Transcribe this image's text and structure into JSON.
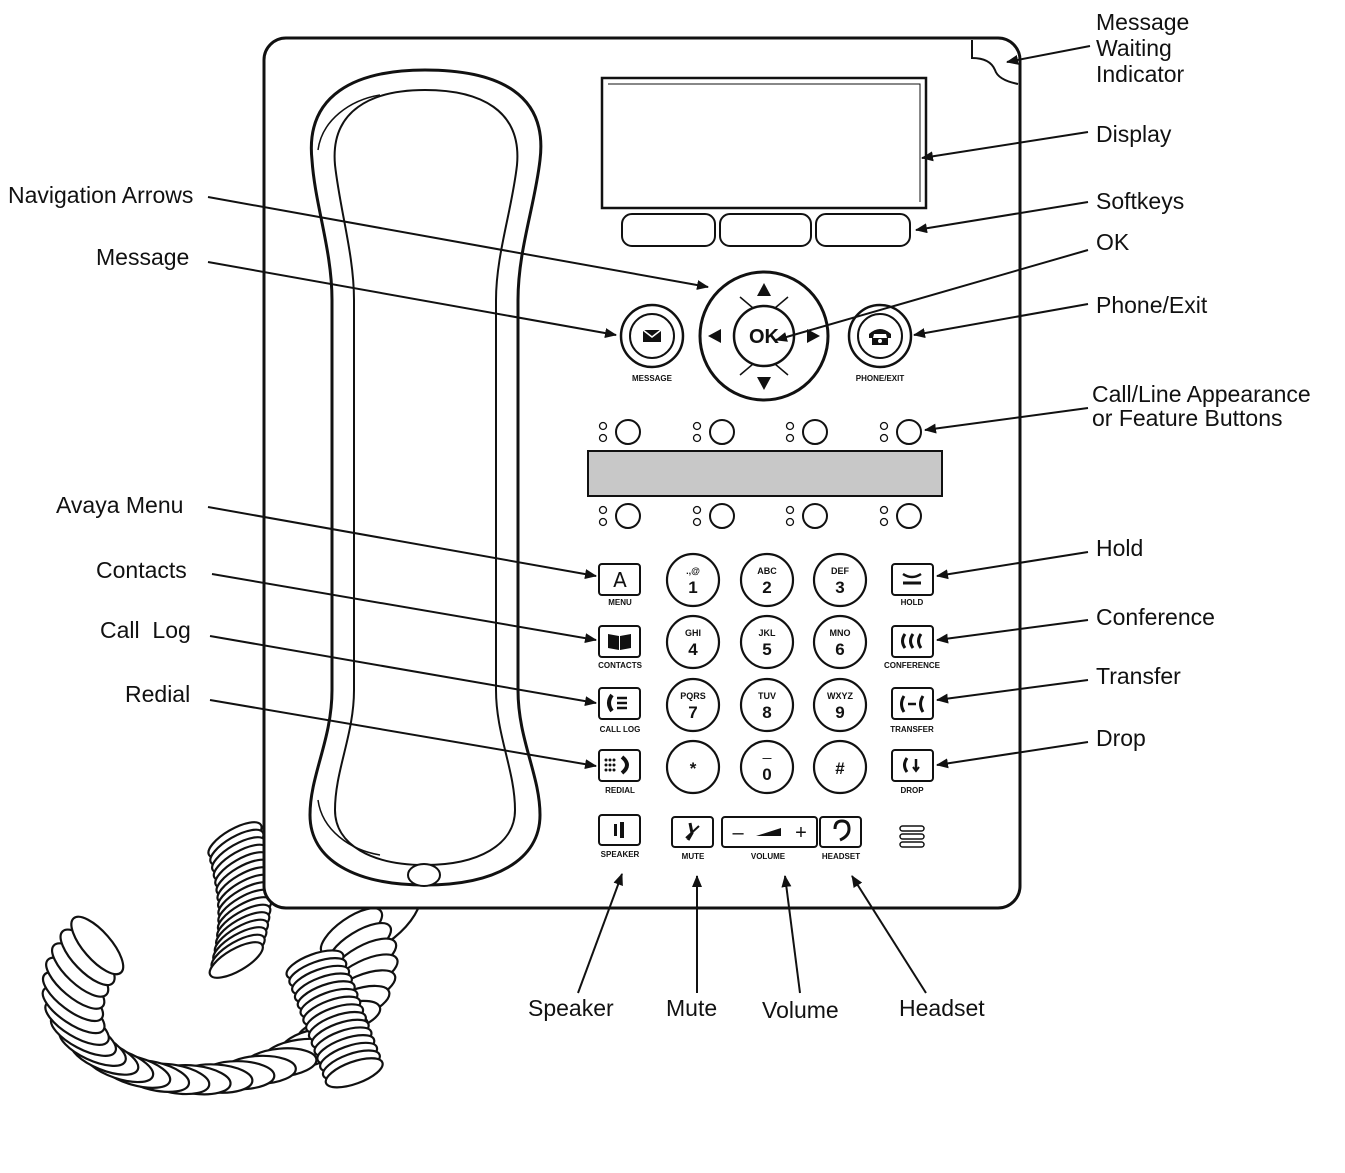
{
  "callouts": {
    "message_waiting": [
      "Message",
      "Waiting",
      "Indicator"
    ],
    "display": "Display",
    "softkeys": "Softkeys",
    "ok": "OK",
    "phone_exit": "Phone/Exit",
    "call_line": [
      "Call/Line Appearance",
      "or Feature Buttons"
    ],
    "navigation_arrows": "Navigation Arrows",
    "message": "Message",
    "avaya_menu": "Avaya Menu",
    "contacts": "Contacts",
    "call_log": "Call  Log",
    "redial": "Redial",
    "hold": "Hold",
    "conference": "Conference",
    "transfer": "Transfer",
    "drop": "Drop",
    "speaker": "Speaker",
    "mute": "Mute",
    "volume": "Volume",
    "headset": "Headset"
  },
  "phone_labels": {
    "message": "MESSAGE",
    "phone_exit": "PHONE/EXIT",
    "ok": "OK",
    "menu": "MENU",
    "contacts": "CONTACTS",
    "call_log": "CALL LOG",
    "redial": "REDIAL",
    "hold": "HOLD",
    "conference": "CONFERENCE",
    "transfer": "TRANSFER",
    "drop": "DROP",
    "speaker": "SPEAKER",
    "mute": "MUTE",
    "volume": "VOLUME",
    "headset": "HEADSET"
  },
  "keypad": [
    {
      "digit": "1",
      "letters": ".,@"
    },
    {
      "digit": "2",
      "letters": "ABC"
    },
    {
      "digit": "3",
      "letters": "DEF"
    },
    {
      "digit": "4",
      "letters": "GHI"
    },
    {
      "digit": "5",
      "letters": "JKL"
    },
    {
      "digit": "6",
      "letters": "MNO"
    },
    {
      "digit": "7",
      "letters": "PQRS"
    },
    {
      "digit": "8",
      "letters": "TUV"
    },
    {
      "digit": "9",
      "letters": "WXYZ"
    },
    {
      "digit": "*",
      "letters": ""
    },
    {
      "digit": "0",
      "letters": "—"
    },
    {
      "digit": "#",
      "letters": ""
    }
  ],
  "volume_marks": {
    "minus": "–",
    "plus": "+"
  },
  "icons": {
    "message": "envelope-icon",
    "phone_exit": "telephone-icon",
    "menu": "avaya-a-icon",
    "contacts": "book-icon",
    "call_log": "call-log-icon",
    "redial": "redial-icon",
    "hold": "hold-icon",
    "conference": "conference-icon",
    "transfer": "transfer-icon",
    "drop": "drop-icon",
    "speaker": "speaker-icon",
    "mute": "mute-icon",
    "headset": "headset-icon"
  }
}
